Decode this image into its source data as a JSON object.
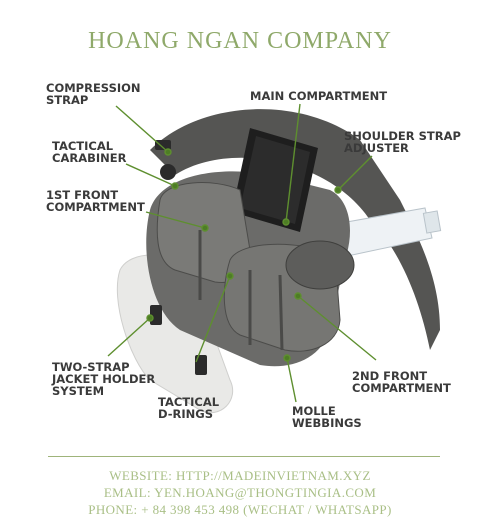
{
  "title": "HOANG NGAN COMPANY",
  "labels": {
    "compression_strap": "COMPRESSION\nSTRAP",
    "main_compartment": "MAIN COMPARTMENT",
    "tactical_carabiner": "TACTICAL\nCARABINER",
    "shoulder_strap_adjuster": "SHOULDER STRAP\nADJUSTER",
    "first_front_compartment": "1ST FRONT\nCOMPARTMENT",
    "two_strap_holder": "TWO-STRAP\nJACKET HOLDER\nSYSTEM",
    "tactical_d_rings": "TACTICAL\nD-RINGS",
    "second_front_compartment": "2ND FRONT\nCOMPARTMENT",
    "molle_webbings": "MOLLE\nWEBBINGS"
  },
  "footer": {
    "website": "Website: http://madeinvietnam.xyz",
    "email": "Email: yen.hoang@thongtingia.com",
    "phone": "Phone: + 84 398 453 498 (Wechat / WhatsApp)"
  },
  "colors": {
    "accent": "#8fa96a",
    "leader": "#5e8f2f",
    "bag": "#6b6b69"
  }
}
